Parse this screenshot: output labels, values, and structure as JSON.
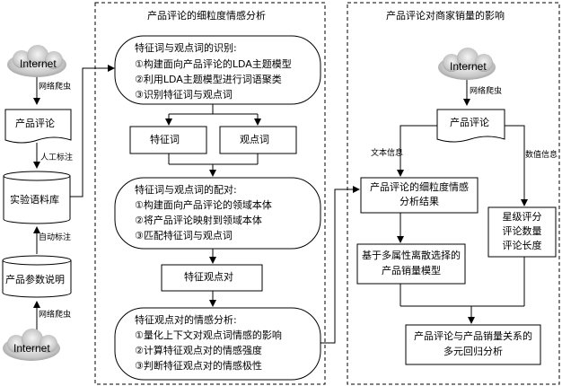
{
  "left": {
    "internet_top": "Internet",
    "crawl_top": "网络爬虫",
    "product_review": "产品评论",
    "manual_label": "人工标注",
    "corpus": "实验语料库",
    "auto_label": "自动标注",
    "product_params": "产品参数说明",
    "crawl_bottom": "网络爬虫",
    "internet_bottom": "Internet"
  },
  "middle": {
    "title": "产品评论的细粒度情感分析",
    "step1": {
      "title": "特征词与观点词的识别:",
      "items": [
        "①构建面向产品评论的LDA主题模型",
        "②利用LDA主题模型进行词语聚类",
        "③识别特征词与观点词"
      ]
    },
    "feature_word": "特征词",
    "opinion_word": "观点词",
    "step2": {
      "title": "特征词与观点词的配对:",
      "items": [
        "①构建面向产品评论的领域本体",
        "②将产品评论映射到领域本体",
        "③匹配特征词与观点词"
      ]
    },
    "feature_opinion_pair": "特征观点对",
    "step3": {
      "title": "特征观点对的情感分析:",
      "items": [
        "①量化上下文对观点词情感的影响",
        "②计算特征观点对的情感强度",
        "③判断特征观点对的情感极性"
      ]
    }
  },
  "right": {
    "title": "产品评论对商家销量的影响",
    "internet": "Internet",
    "crawl": "网络爬虫",
    "product_review": "产品评论",
    "text_info": "文本信息",
    "numeric_info": "数值信息",
    "fine_grained": [
      "产品评论的细粒度情感",
      "分析结果"
    ],
    "star_rating": [
      "星级评分",
      "评论数量",
      "评论长度"
    ],
    "sales_model": [
      "基于多属性离散选择的",
      "产品销量模型"
    ],
    "regression": [
      "产品评论与产品销量关系的",
      "多元回归分析"
    ]
  }
}
